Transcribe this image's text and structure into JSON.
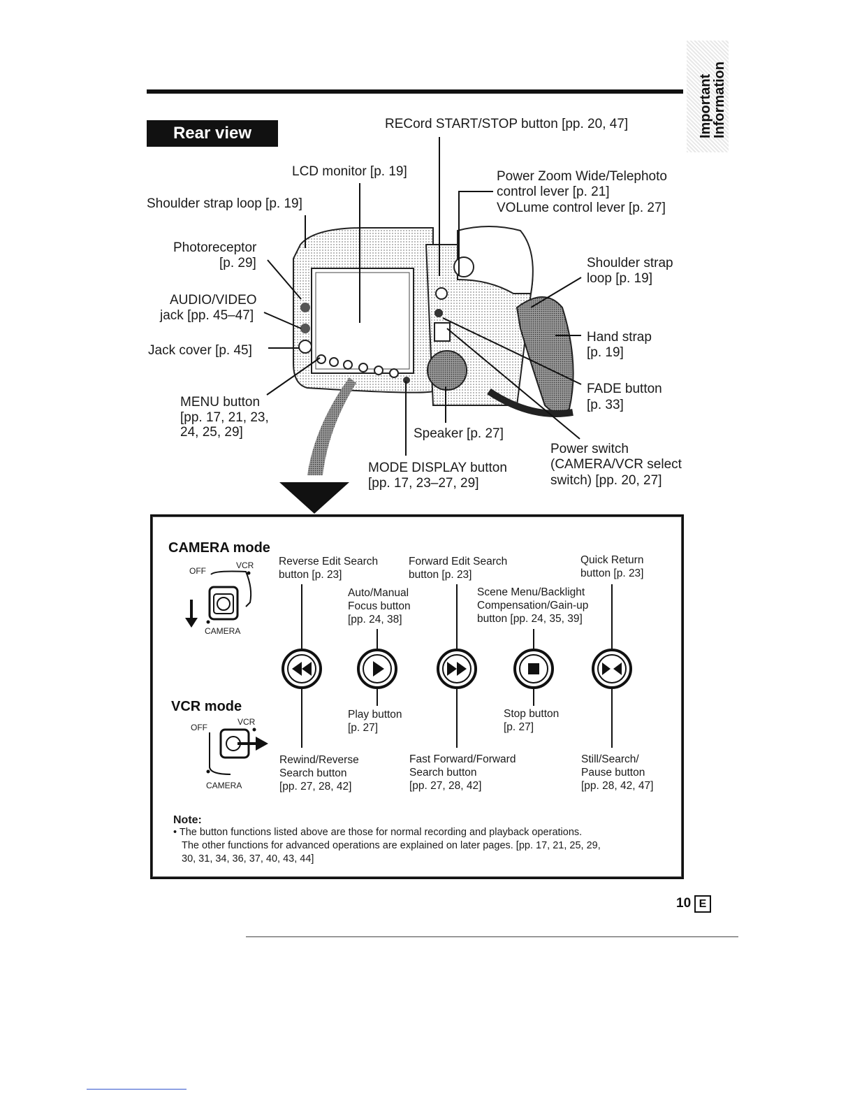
{
  "side_tab": {
    "line1": "Important",
    "line2": "Information"
  },
  "section_title": "Rear view",
  "callouts": {
    "record": "RECord START/STOP button [pp. 20, 47]",
    "lcd": "LCD monitor [p. 19]",
    "shoulder_left": "Shoulder strap loop [p. 19]",
    "power_zoom_1": "Power Zoom Wide/Telephoto",
    "power_zoom_2": "control lever [p. 21]",
    "power_zoom_3": "VOLume control lever [p. 27]",
    "photo_1": "Photoreceptor",
    "photo_2": "[p. 29]",
    "av_1": "AUDIO/VIDEO",
    "av_2": "jack [pp. 45–47]",
    "jack_cover": "Jack cover [p. 45]",
    "menu_1": "MENU button",
    "menu_2": "[pp. 17, 21, 23,",
    "menu_3": "24, 25, 29]",
    "shoulder_right_1": "Shoulder strap",
    "shoulder_right_2": "loop [p. 19]",
    "hand_1": "Hand strap",
    "hand_2": "[p. 19]",
    "fade_1": "FADE button",
    "fade_2": "[p. 33]",
    "speaker": "Speaker [p. 27]",
    "power_1": "Power switch",
    "power_2": "(CAMERA/VCR select",
    "power_3": "switch) [pp. 20, 27]",
    "mode_disp_1": "MODE DISPLAY button",
    "mode_disp_2": "[pp. 17, 23–27, 29]"
  },
  "camera_mode": {
    "title": "CAMERA mode",
    "off": "OFF",
    "vcr": "VCR",
    "camera": "CAMERA",
    "rev_1": "Reverse Edit Search",
    "rev_2": "button [p. 23]",
    "fwd_1": "Forward Edit Search",
    "fwd_2": "button [p. 23]",
    "qr_1": "Quick Return",
    "qr_2": "button [p. 23]",
    "af_1": "Auto/Manual",
    "af_2": "Focus button",
    "af_3": "[pp. 24, 38]",
    "scene_1": "Scene Menu/Backlight",
    "scene_2": "Compensation/Gain-up",
    "scene_3": "button [pp. 24, 35, 39]"
  },
  "vcr_mode": {
    "title": "VCR mode",
    "off": "OFF",
    "vcr": "VCR",
    "camera": "CAMERA",
    "play_1": "Play button",
    "play_2": "[p. 27]",
    "stop_1": "Stop button",
    "stop_2": "[p. 27]",
    "rew_1": "Rewind/Reverse",
    "rew_2": "Search button",
    "rew_3": "[pp. 27, 28, 42]",
    "ff_1": "Fast Forward/Forward",
    "ff_2": "Search button",
    "ff_3": "[pp. 27, 28, 42]",
    "still_1": "Still/Search/",
    "still_2": "Pause button",
    "still_3": "[pp. 28, 42, 47]"
  },
  "note": {
    "title": "Note:",
    "line1": "• The button functions listed above are those for normal recording and playback operations.",
    "line2": "The other functions for advanced operations are explained on later pages. [pp. 17, 21, 25, 29,",
    "line3": "30, 31, 34, 36, 37, 40, 43, 44]"
  },
  "page_number": "10",
  "page_lang": "E"
}
